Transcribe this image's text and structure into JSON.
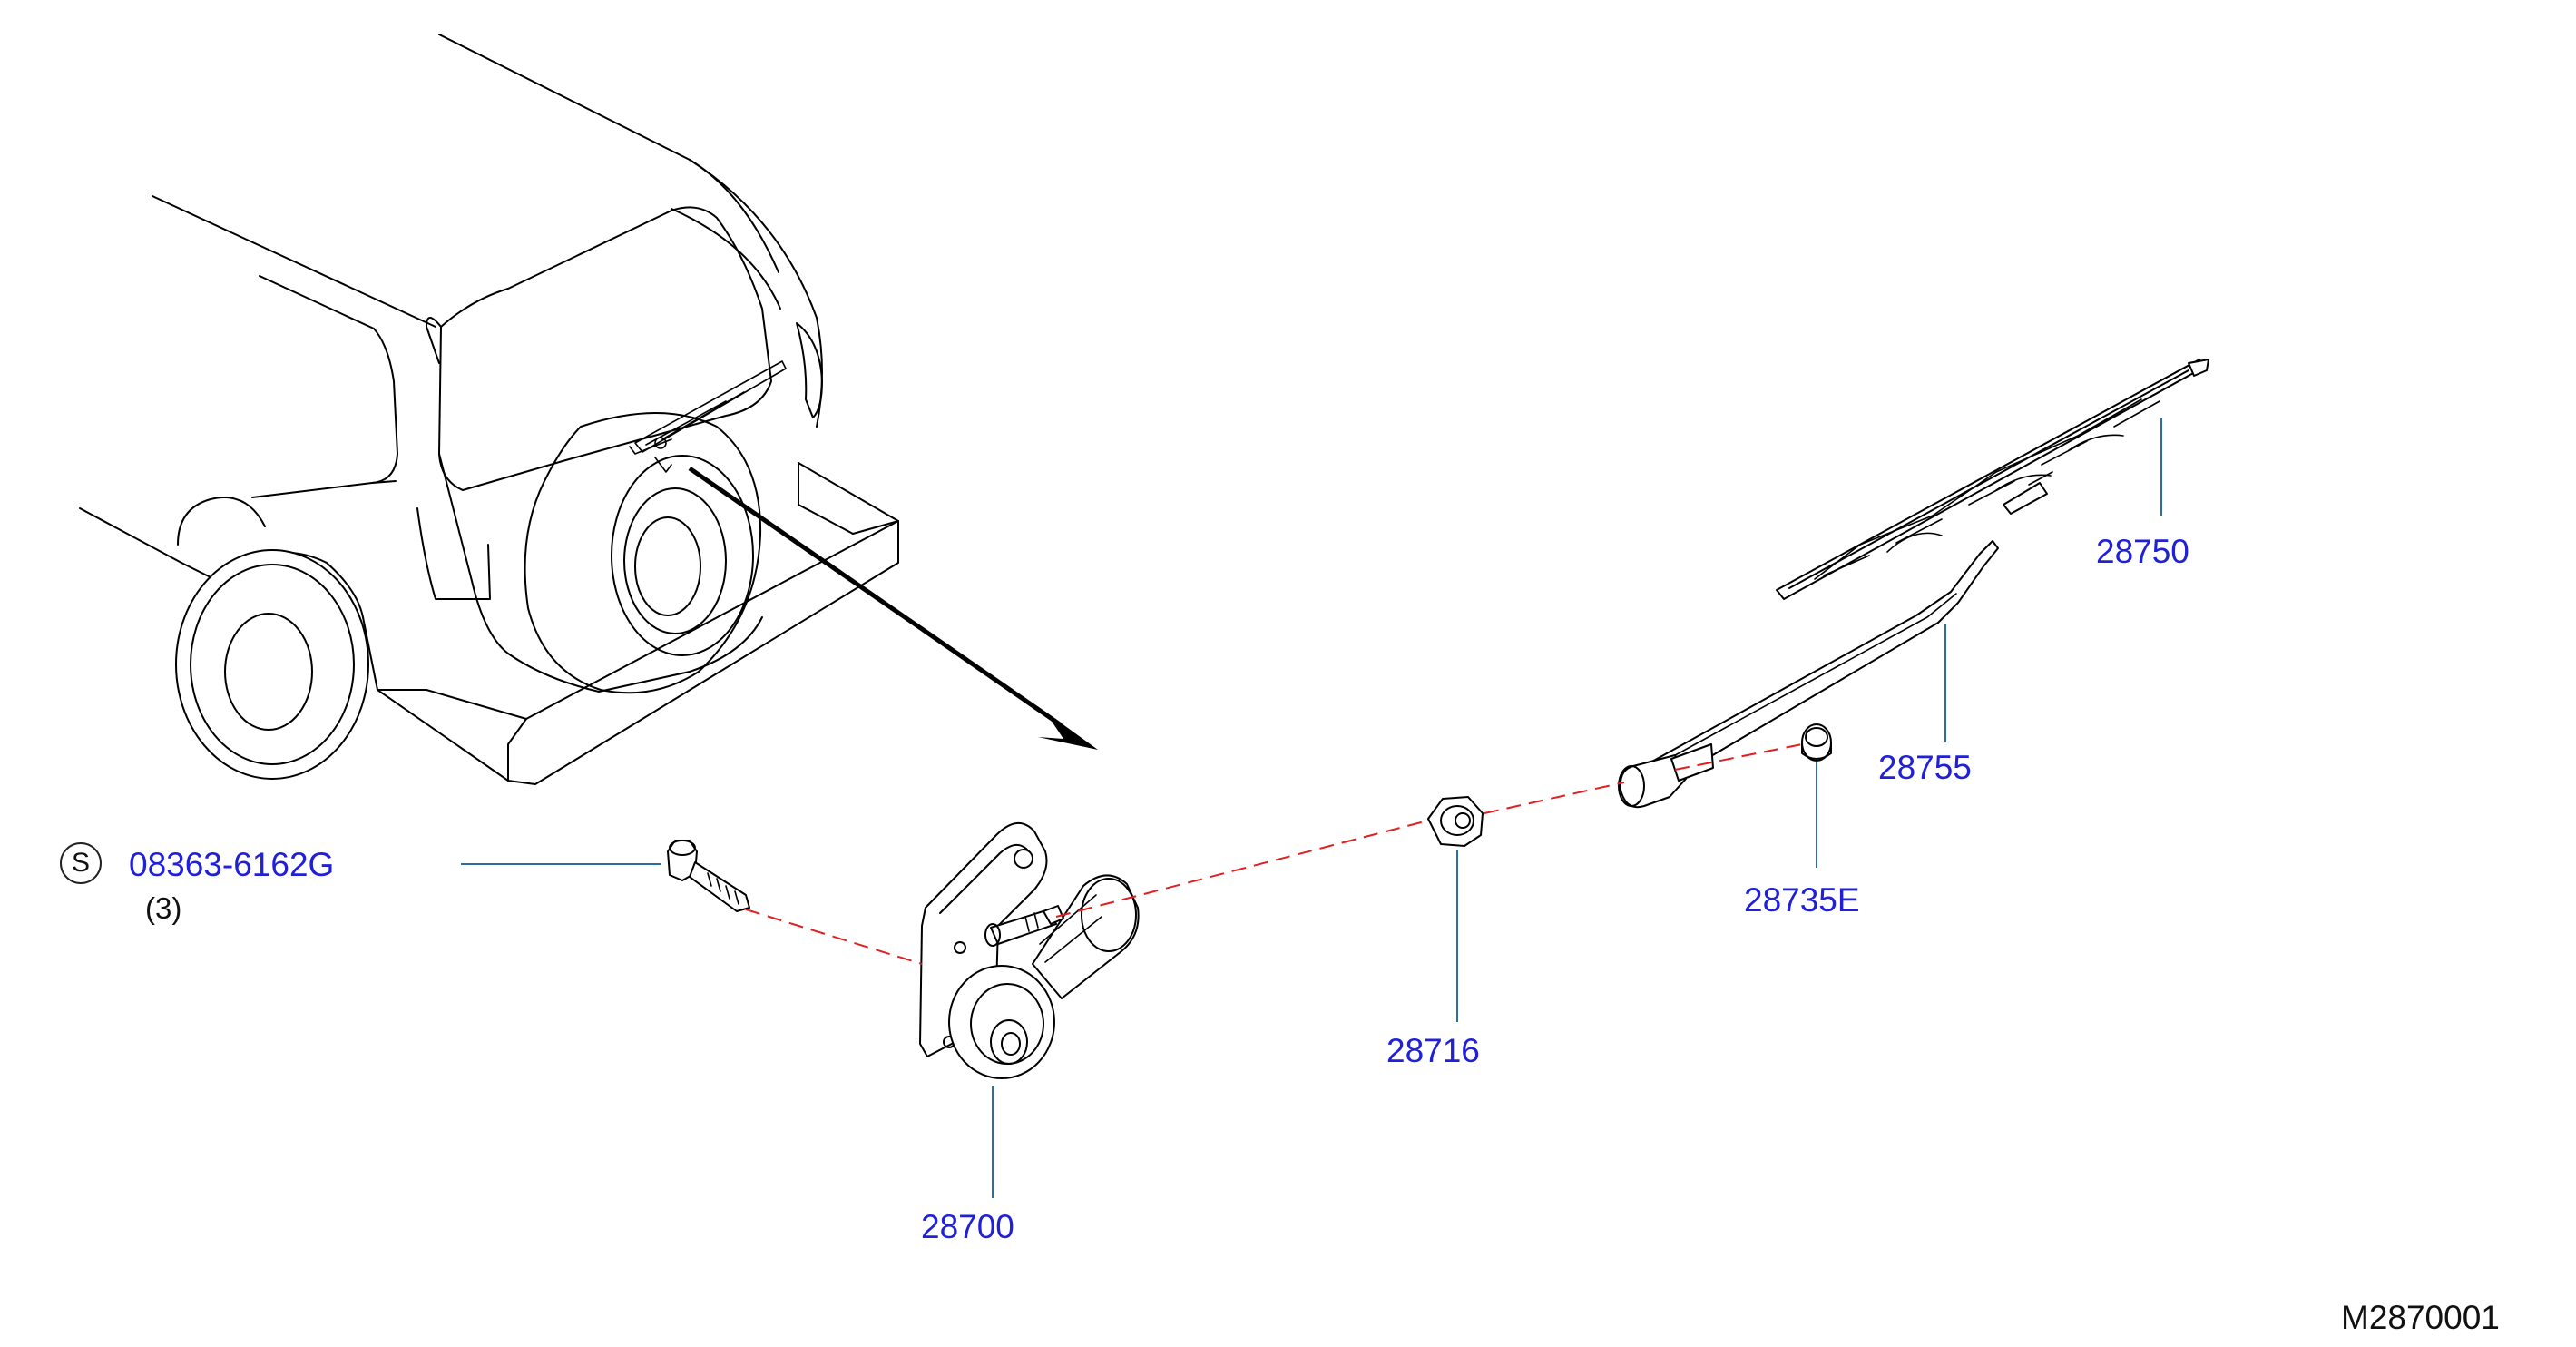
{
  "diagram": {
    "code": "M2870001",
    "colors": {
      "part_label": "#2020d8",
      "leader": "#2c6ea4",
      "dashed_axis": "#e02020",
      "outline": "#000000"
    },
    "badge": "S",
    "screw": {
      "part_number": "08363-6162G",
      "quantity": "(3)"
    },
    "parts": [
      {
        "number": "28750"
      },
      {
        "number": "28755"
      },
      {
        "number": "28735E"
      },
      {
        "number": "28716"
      },
      {
        "number": "28700"
      }
    ]
  }
}
